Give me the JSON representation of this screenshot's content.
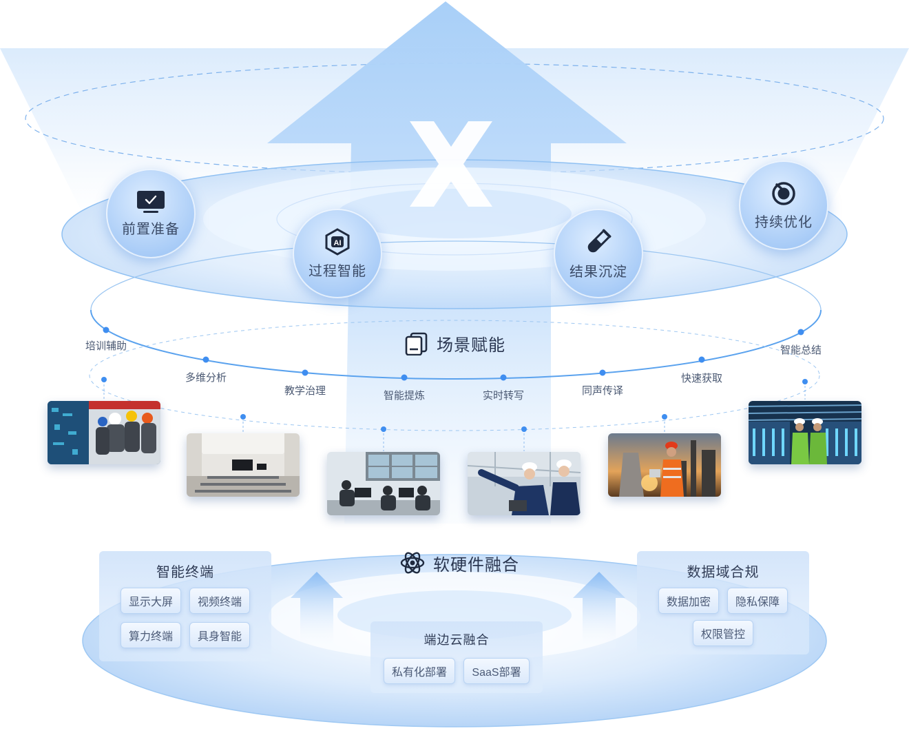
{
  "pillars": [
    {
      "label": "前置准备",
      "icon": "monitor-check-icon"
    },
    {
      "label": "过程智能",
      "icon": "ai-chip-icon"
    },
    {
      "label": "结果沉淀",
      "icon": "test-tube-icon"
    },
    {
      "label": "持续优化",
      "icon": "cycle-icon"
    }
  ],
  "scene": {
    "title": "场景赋能",
    "icon": "stack-layers-icon",
    "labels": [
      "培训辅助",
      "多维分析",
      "教学治理",
      "智能提炼",
      "实时转写",
      "同声传译",
      "快速获取",
      "智能总结"
    ],
    "photos": [
      "control-room-workers",
      "meeting-room",
      "monitoring-center",
      "factory-engineers",
      "power-plant-worker",
      "data-center-workers"
    ]
  },
  "fusion": {
    "title": "软硬件融合",
    "icon": "atom-icon"
  },
  "smart_terminal": {
    "title": "智能终端",
    "items": [
      "显示大屏",
      "视频终端",
      "算力终端",
      "具身智能"
    ]
  },
  "edge_cloud": {
    "title": "端边云融合",
    "items": [
      "私有化部署",
      "SaaS部署"
    ]
  },
  "data_compliance": {
    "title": "数据域合规",
    "items": [
      "数据加密",
      "隐私保障",
      "权限管控"
    ]
  },
  "colors": {
    "primary_blue": "#3f8ef0",
    "light_blue": "#cfe3fb",
    "text_dark": "#2f3b55"
  }
}
